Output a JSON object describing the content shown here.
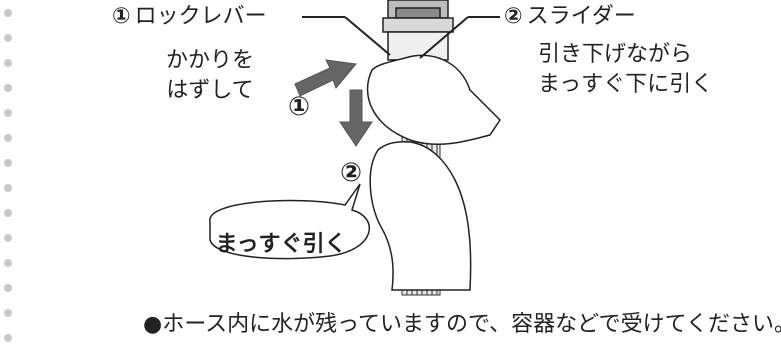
{
  "labels": {
    "lock_lever": {
      "number": "①",
      "text": "ロックレバー"
    },
    "slider": {
      "number": "②",
      "text": "スライダー"
    }
  },
  "notes": {
    "lock_lever_note": [
      "かかりを",
      "はずして"
    ],
    "slider_note": [
      "引き下げながら",
      "まっすぐ下に引く"
    ]
  },
  "steps": {
    "one": "①",
    "two": "②"
  },
  "bubble": {
    "text": "まっすぐ引く"
  },
  "bullet": {
    "marker": "●",
    "text": "ホース内に水が残っていますので、容器などで受けてください。"
  }
}
